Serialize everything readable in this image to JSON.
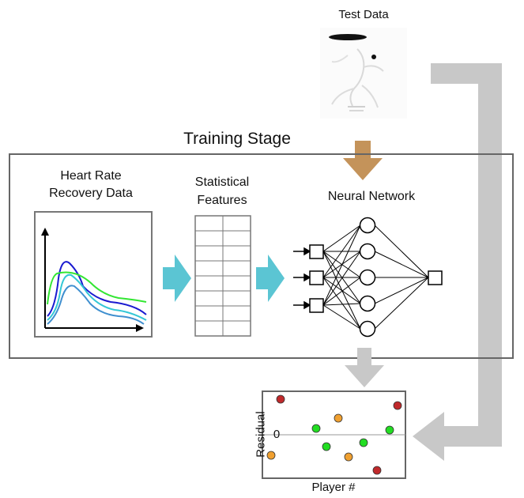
{
  "test_data": {
    "label": "Test Data",
    "image": "runner-sketch"
  },
  "training_stage": {
    "title": "Training Stage",
    "hr_panel": {
      "label_line1": "Heart Rate",
      "label_line2": "Recovery Data",
      "curve_colors": [
        "#1a1ad0",
        "#33e633",
        "#33c7d6",
        "#3f8fcf"
      ]
    },
    "features": {
      "label_line1": "Statistical",
      "label_line2": "Features",
      "rows": 8,
      "cols": 2
    },
    "network": {
      "label": "Neural Network",
      "inputs": 3,
      "hidden": 5,
      "outputs": 1
    }
  },
  "residual_plot": {
    "ylabel": "Residual",
    "zero_label": "0",
    "xlabel": "Player #",
    "colors": {
      "red": "#c0292b",
      "green": "#22dd22",
      "orange": "#f0a030"
    }
  },
  "arrows": {
    "teal": "#5bc5d3",
    "brown": "#c4935a",
    "gray": "#c8c8c8"
  }
}
